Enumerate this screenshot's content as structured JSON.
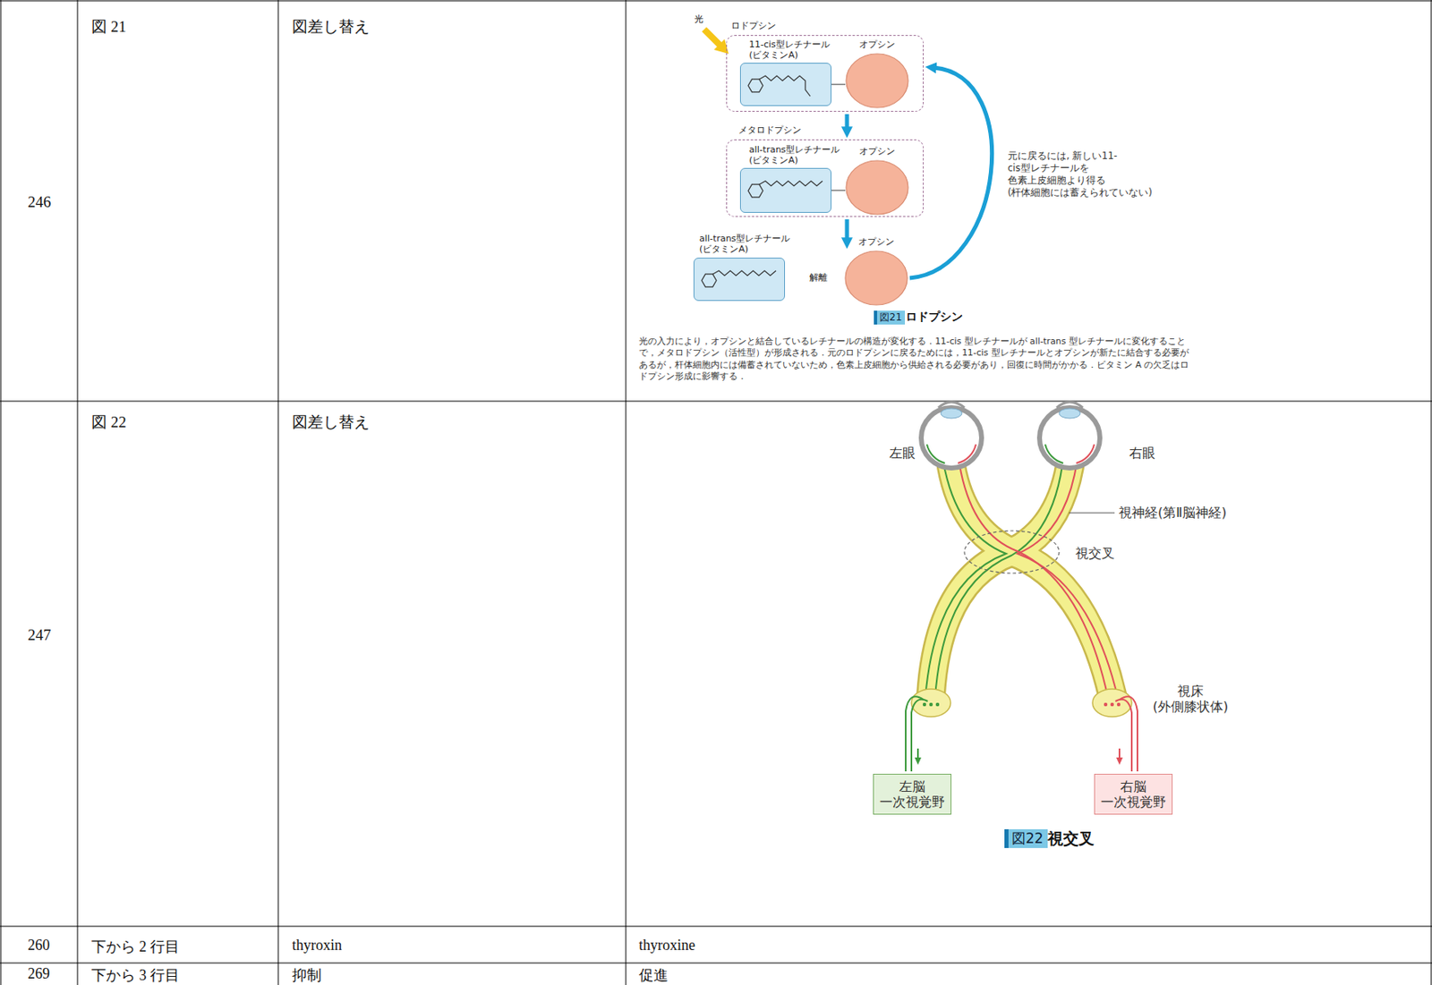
{
  "diagram": {
    "nodes": [
      {
        "text": [
          "ロドプシン"
        ]
      },
      {
        "text": [
          "11-cis型レチナール (ビタミンA)"
        ],
        "in": 0
      },
      {
        "text": [
          "オプシン"
        ],
        "in": 0
      },
      {
        "text": [
          "メタロドプシン"
        ]
      },
      {
        "text": [
          "all-trans型レチナール (ビタミンA)"
        ],
        "in": 3
      },
      {
        "text": [
          "オプシン"
        ],
        "in": 3
      },
      {
        "text": [
          "all-trans型レチナール (ビタミンA)"
        ]
      },
      {
        "text": [
          "オプシン"
        ]
      },
      {
        "text": [
          "左脳 一次視覚野"
        ]
      },
      {
        "text": [
          "右脳 一次視覚野"
        ]
      }
    ],
    "edges": [
      {
        "from": 1,
        "to": 2,
        "arrow": "none"
      },
      {
        "from": 0,
        "to": 3,
        "arrow": "to"
      },
      {
        "from": 4,
        "to": 5,
        "arrow": "none"
      },
      {
        "from": 3,
        "to": 7,
        "arrow": "to"
      },
      {
        "from": 7,
        "to": 0,
        "arrow": "to"
      }
    ],
    "labels": [
      "246",
      "図 21",
      "図差し替え",
      "247",
      "図 22",
      "図差し替え",
      "260",
      "下から 2 行目",
      "thyroxin",
      "thyroxine",
      "269",
      "下から 3 行目",
      "抑制",
      "促進",
      "光",
      "元に戻るには, 新しい11-cis型レチナールを 色素上皮細胞より得る (杆体細胞には蓄えられていない)",
      "解離",
      "図21",
      "ロドプシン",
      "光の入力により，オプシンと結合しているレチナールの構造が変化する．11-cis 型レチナールが all-trans 型レチナールに変化することで，メタロドプシン（活性型）が形成される．元のロドプシンに戻るためには，11-cis 型レチナールとオプシンが新たに結合する必要があるが，杆体細胞内には備蓄されていないため，色素上皮細胞から供給される必要があり，回復に時間がかかる．ビタミン A の欠乏はロドプシン形成に影響する．",
      "左眼",
      "右眼",
      "視神経(第Ⅱ脳神経)",
      "視交叉",
      "視床 (外側膝状体)",
      "図22",
      "視交叉"
    ]
  }
}
